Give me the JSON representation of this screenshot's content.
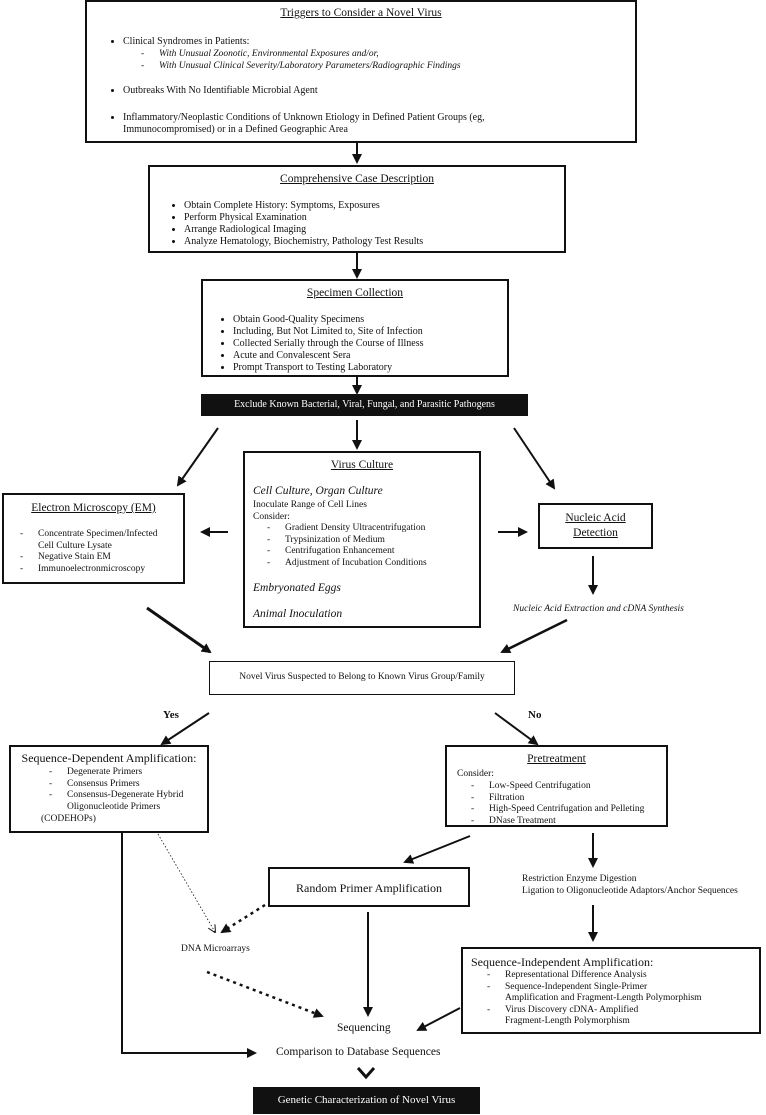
{
  "triggers": {
    "title": "Triggers to Consider a Novel Virus",
    "item1": "Clinical Syndromes in Patients:",
    "item1_sub1": "With Unusual Zoonotic, Environmental Exposures and/or,",
    "item1_sub2": "With Unusual Clinical Severity/Laboratory Parameters/Radiographic Findings",
    "item2": "Outbreaks With No Identifiable Microbial Agent",
    "item3_line1": "Inflammatory/Neoplastic Conditions of Unknown Etiology in Defined Patient Groups (eg,",
    "item3_line2": "Immunocompromised) or in a Defined Geographic Area"
  },
  "case": {
    "title": "Comprehensive Case Description",
    "items": [
      "Obtain Complete History: Symptoms, Exposures",
      "Perform Physical Examination",
      "Arrange Radiological Imaging",
      "Analyze Hematology, Biochemistry, Pathology Test Results"
    ]
  },
  "specimen": {
    "title": "Specimen Collection",
    "items": [
      "Obtain Good-Quality Specimens",
      "Including, But Not Limited to, Site of Infection",
      "Collected Serially through the Course of Illness",
      "Acute and Convalescent Sera",
      "Prompt Transport to Testing Laboratory"
    ]
  },
  "exclude": "Exclude Known Bacterial, Viral, Fungal, and Parasitic Pathogens",
  "em": {
    "title": "Electron Microscopy (EM)",
    "item1_line1": "Concentrate Specimen/Infected",
    "item1_line2": "Cell Culture Lysate",
    "item2": "Negative Stain EM",
    "item3": "Immunoelectronmicroscopy"
  },
  "culture": {
    "title": "Virus Culture",
    "heading1": "Cell Culture, Organ Culture",
    "line1": "Inoculate Range of Cell Lines",
    "line2": "Consider:",
    "items": [
      "Gradient Density Ultracentrifugation",
      "Trypsinization of Medium",
      "Centrifugation Enhancement",
      "Adjustment of Incubation Conditions"
    ],
    "heading2": "Embryonated Eggs",
    "heading3": "Animal Inoculation"
  },
  "nucleic": {
    "line1": "Nucleic Acid",
    "line2": "Detection"
  },
  "extraction": "Nucleic Acid Extraction and cDNA Synthesis",
  "suspected": "Novel Virus Suspected to Belong to Known Virus Group/Family",
  "yes": "Yes",
  "no": "No",
  "seqdep": {
    "title": "Sequence-Dependent Amplification:",
    "item1": "Degenerate Primers",
    "item2": "Consensus Primers",
    "item3_line1": "Consensus-Degenerate Hybrid",
    "item3_line2": "Oligonucleotide Primers",
    "item3_line3": "(CODEHOPs)"
  },
  "pretreat": {
    "title": "Pretreatment",
    "consider": "Consider:",
    "items": [
      "Low-Speed Centrifugation",
      "Filtration",
      "High-Speed Centrifugation and Pelleting",
      "DNase Treatment"
    ]
  },
  "random": "Random Primer Amplification",
  "restriction": {
    "line1": "Restriction Enzyme Digestion",
    "line2": "Ligation to Oligonucleotide Adaptors/Anchor Sequences"
  },
  "microarray": "DNA Microarrays",
  "seqindep": {
    "title": "Sequence-Independent Amplification:",
    "item1": "Representational Difference Analysis",
    "item2_line1": "Sequence-Independent Single-Primer",
    "item2_line2": "Amplification and Fragment-Length Polymorphism",
    "item3_line1": "Virus Discovery cDNA- Amplified",
    "item3_line2": "Fragment-Length Polymorphism"
  },
  "sequencing": "Sequencing",
  "comparison": "Comparison to Database Sequences",
  "genetic": "Genetic Characterization of Novel Virus"
}
